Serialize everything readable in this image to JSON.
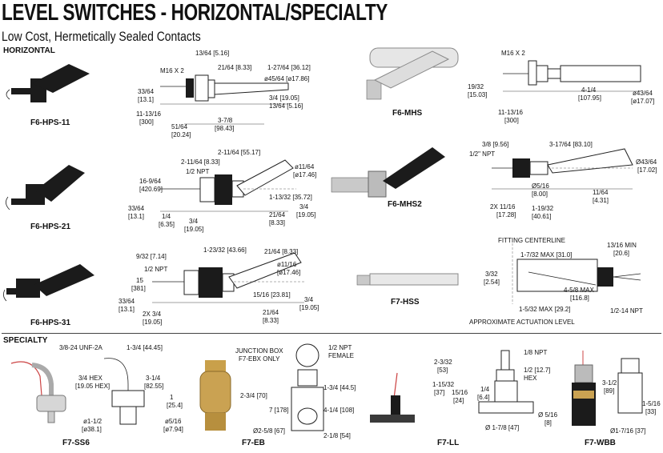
{
  "header": {
    "title": "LEVEL SWITCHES - HORIZONTAL/SPECIALTY",
    "subtitle": "Low Cost, Hermetically Sealed Contacts"
  },
  "sections": {
    "horizontal": "HORIZONTAL",
    "specialty": "SPECIALTY"
  },
  "products": {
    "f6_hps_11": {
      "model": "F6-HPS-11",
      "dims": [
        "13/64 [5.16]",
        "M16 X 2",
        "21/64 [8.33]",
        "1-27/64 [36.12]",
        "ø45/64 [ø17.86]",
        "33/64",
        "[13.1]",
        "3/4 [19.05]",
        "13/64 [5.16]",
        "11-13/16",
        "[300]",
        "51/64",
        "[20.24]",
        "3-7/8",
        "[98.43]"
      ]
    },
    "f6_mhs": {
      "model": "F6-MHS",
      "dims": [
        "M16 X 2",
        "19/32",
        "[15.03]",
        "4-1/4",
        "[107.95]",
        "ø43/64",
        "[ø17.07]",
        "11-13/16",
        "[300]"
      ]
    },
    "f6_hps_21": {
      "model": "F6-HPS-21",
      "dims": [
        "2-11/64 [55.17]",
        "2-11/64 [8.33]",
        "1/2 NPT",
        "ø11/64",
        "[ø17.46]",
        "16-9/64",
        "[420.69]",
        "1-13/32 [35.72]",
        "3/4",
        "[19.05]",
        "33/64",
        "[13.1]",
        "1/4",
        "[6.35]",
        "3/4",
        "[19.05]",
        "21/64",
        "[8.33]"
      ]
    },
    "f6_mhs2": {
      "model": "F6-MHS2",
      "dims": [
        "3/8 [9.56]",
        "3-17/64 [83.10]",
        "1/2\" NPT",
        "Ø43/64",
        "[17.02]",
        "Ø5/16",
        "[8.00]",
        "11/64",
        "[4.31]",
        "2X 11/16",
        "[17.28]",
        "1-19/32",
        "[40.61]"
      ]
    },
    "f6_hps_31": {
      "model": "F6-HPS-31",
      "dims": [
        "1-23/32 [43.66]",
        "9/32 [7.14]",
        "21/64 [8.33]",
        "1/2 NPT",
        "ø11/16",
        "[ø17.46]",
        "15",
        "[381]",
        "15/16 [23.81]",
        "33/64",
        "[13.1]",
        "2X 3/4",
        "[19.05]",
        "21/64",
        "[8.33]",
        "3/4",
        "[19.05]"
      ]
    },
    "f7_hss": {
      "model": "F7-HSS",
      "dims": [
        "FITTING CENTERLINE",
        "13/16 MIN",
        "[20.6]",
        "1-7/32 MAX [31.0]",
        "3/32",
        "[2.54]",
        "4-5/8 MAX",
        "[116.8]",
        "1-5/32 MAX [29.2]",
        "1/2-14 NPT",
        "APPROXIMATE ACTUATION LEVEL"
      ]
    },
    "f7_ss6": {
      "model": "F7-SS6",
      "dims": [
        "3/8-24 UNF-2A",
        "1-3/4 [44.45]",
        "3/4 HEX",
        "[19.05 HEX]",
        "3-1/4",
        "[82.55]",
        "1",
        "[25.4]",
        "ø1-1/2",
        "[ø38.1]",
        "ø5/16",
        "[ø7.94]"
      ]
    },
    "f7_eb": {
      "model": "F7-EB",
      "dims": [
        "JUNCTION BOX",
        "F7-EBX ONLY",
        "1/2 NPT",
        "FEMALE",
        "1-3/4 [44.5]",
        "2-3/4 [70]",
        "7 [178]",
        "4-1/4 [108]",
        "Ø2-5/8 [67]",
        "2-1/8 [54]"
      ]
    },
    "f7_ll": {
      "model": "F7-LL",
      "dims": [
        "1/8 NPT",
        "2-3/32",
        "[53]",
        "1/2 [12.7]",
        "HEX",
        "1-15/32",
        "[37]",
        "15/16",
        "[24]",
        "1/4",
        "[6.4]",
        "Ø 5/16",
        "[8]",
        "Ø 1-7/8 [47]"
      ]
    },
    "f7_wbb": {
      "model": "F7-WBB",
      "dims": [
        "3-1/2",
        "[89]",
        "1-5/16",
        "[33]",
        "Ø1-7/16 [37]"
      ]
    }
  }
}
